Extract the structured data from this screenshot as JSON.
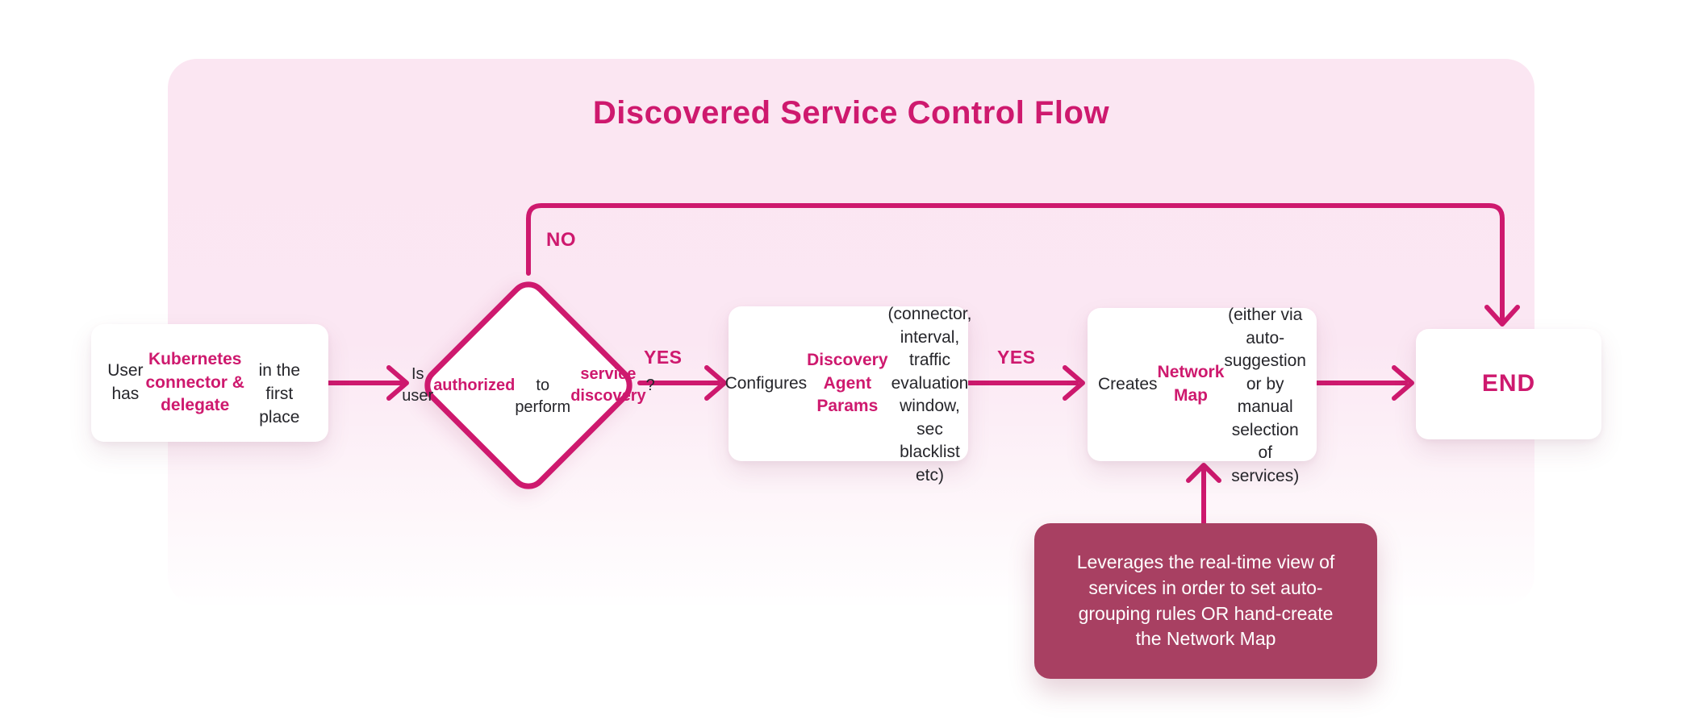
{
  "title": "Discovered Service Control Flow",
  "colors": {
    "accent": "#CE196E",
    "canvas_top": "#FBE6F2",
    "canvas_bottom": "#FFFEFF",
    "node_bg": "#FFFFFF",
    "note_bg": "#A84062",
    "body_text": "#26262B",
    "note_text": "#FFFFFF"
  },
  "edges": {
    "yes_1": "YES",
    "yes_2": "YES",
    "no": "NO"
  },
  "nodes": {
    "start": {
      "segments": [
        {
          "text": "User has ",
          "accent": false
        },
        {
          "text": "Kubernetes\nconnector & delegate",
          "accent": true
        },
        {
          "text": "\nin the first place",
          "accent": false
        }
      ]
    },
    "decision": {
      "segments": [
        {
          "text": "Is user\n",
          "accent": false
        },
        {
          "text": "authorized",
          "accent": true
        },
        {
          "text": "\nto perform\n",
          "accent": false
        },
        {
          "text": "service discovery",
          "accent": true
        },
        {
          "text": "?",
          "accent": false
        }
      ]
    },
    "configure": {
      "segments": [
        {
          "text": "Configures ",
          "accent": false
        },
        {
          "text": "Discovery\nAgent Params",
          "accent": true
        },
        {
          "text": "\n(connector, interval,\ntraffic evaluation window,\nsec blacklist etc)",
          "accent": false
        }
      ]
    },
    "create_map": {
      "segments": [
        {
          "text": "Creates ",
          "accent": false
        },
        {
          "text": "Network Map",
          "accent": true
        },
        {
          "text": "\n(either via auto-\nsuggestion or by manual\nselection of services)",
          "accent": false
        }
      ]
    },
    "end": {
      "label": "END"
    },
    "note": {
      "text": "Leverages the real-time view of\nservices in order to set auto-\ngrouping rules OR hand-create\nthe Network Map"
    }
  }
}
